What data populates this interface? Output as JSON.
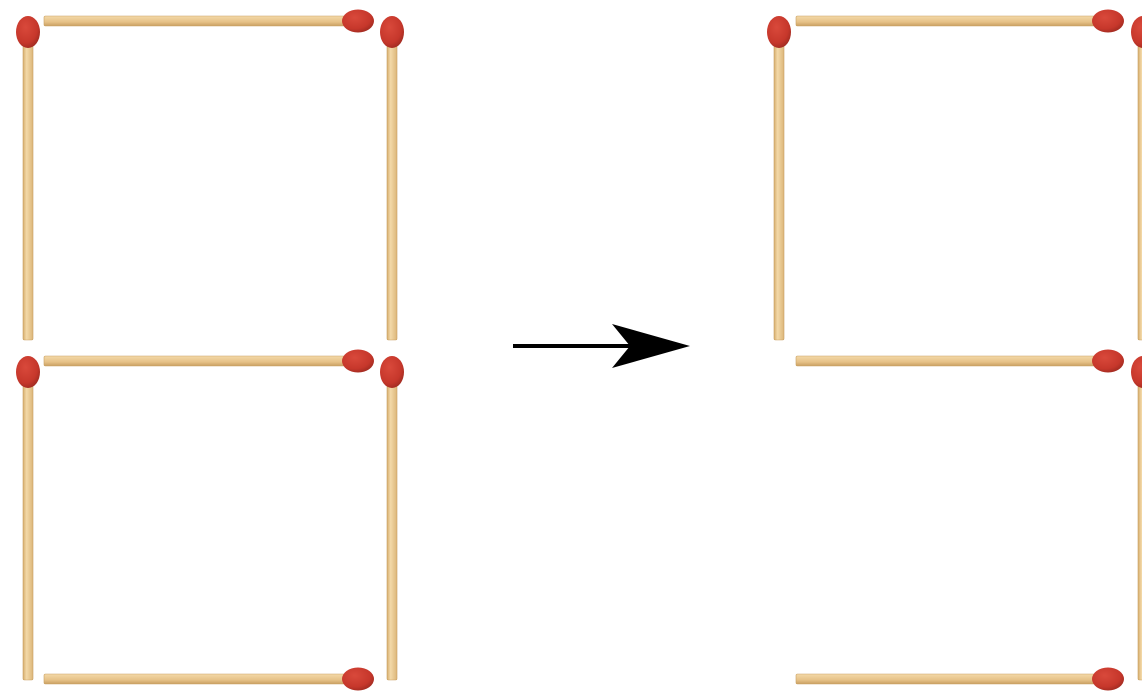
{
  "puzzle": {
    "before": {
      "matchsticks": [
        {
          "id": "top",
          "orientation": "horizontal"
        },
        {
          "id": "upper-left",
          "orientation": "vertical"
        },
        {
          "id": "upper-right",
          "orientation": "vertical"
        },
        {
          "id": "middle",
          "orientation": "horizontal"
        },
        {
          "id": "lower-left",
          "orientation": "vertical"
        },
        {
          "id": "lower-right",
          "orientation": "vertical"
        },
        {
          "id": "bottom",
          "orientation": "horizontal"
        }
      ]
    },
    "after": {
      "matchsticks": [
        {
          "id": "top",
          "orientation": "horizontal"
        },
        {
          "id": "upper-left",
          "orientation": "vertical"
        },
        {
          "id": "upper-right",
          "orientation": "vertical"
        },
        {
          "id": "middle",
          "orientation": "horizontal"
        },
        {
          "id": "lower-right",
          "orientation": "vertical"
        },
        {
          "id": "bottom",
          "orientation": "horizontal"
        }
      ]
    },
    "arrow": {
      "direction": "right"
    }
  },
  "colors": {
    "background": "#ffffff",
    "stick": "#e8c48a",
    "stick_edge": "#c9a062",
    "stick_highlight": "#f6dfb4",
    "head": "#c6372b",
    "head_dark": "#9e2a20",
    "arrow": "#000000"
  }
}
